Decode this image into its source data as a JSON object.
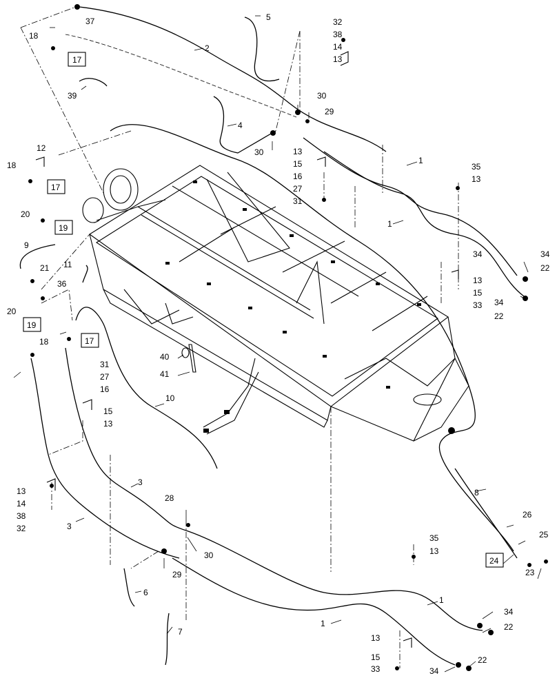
{
  "callouts": [
    "1",
    "2",
    "3",
    "4",
    "5",
    "6",
    "7",
    "8",
    "9",
    "10",
    "11",
    "12",
    "13",
    "14",
    "15",
    "16",
    "17",
    "18",
    "19",
    "20",
    "21",
    "22",
    "23",
    "24",
    "25",
    "26",
    "27",
    "28",
    "29",
    "30",
    "31",
    "32",
    "33",
    "34",
    "35",
    "36",
    "37",
    "38",
    "39",
    "40",
    "41"
  ],
  "boxed_refs": [
    "17",
    "19",
    "24"
  ],
  "icons": [
    "hose-assembly",
    "frame-assembly",
    "clamp",
    "fitting",
    "plug",
    "cap"
  ]
}
